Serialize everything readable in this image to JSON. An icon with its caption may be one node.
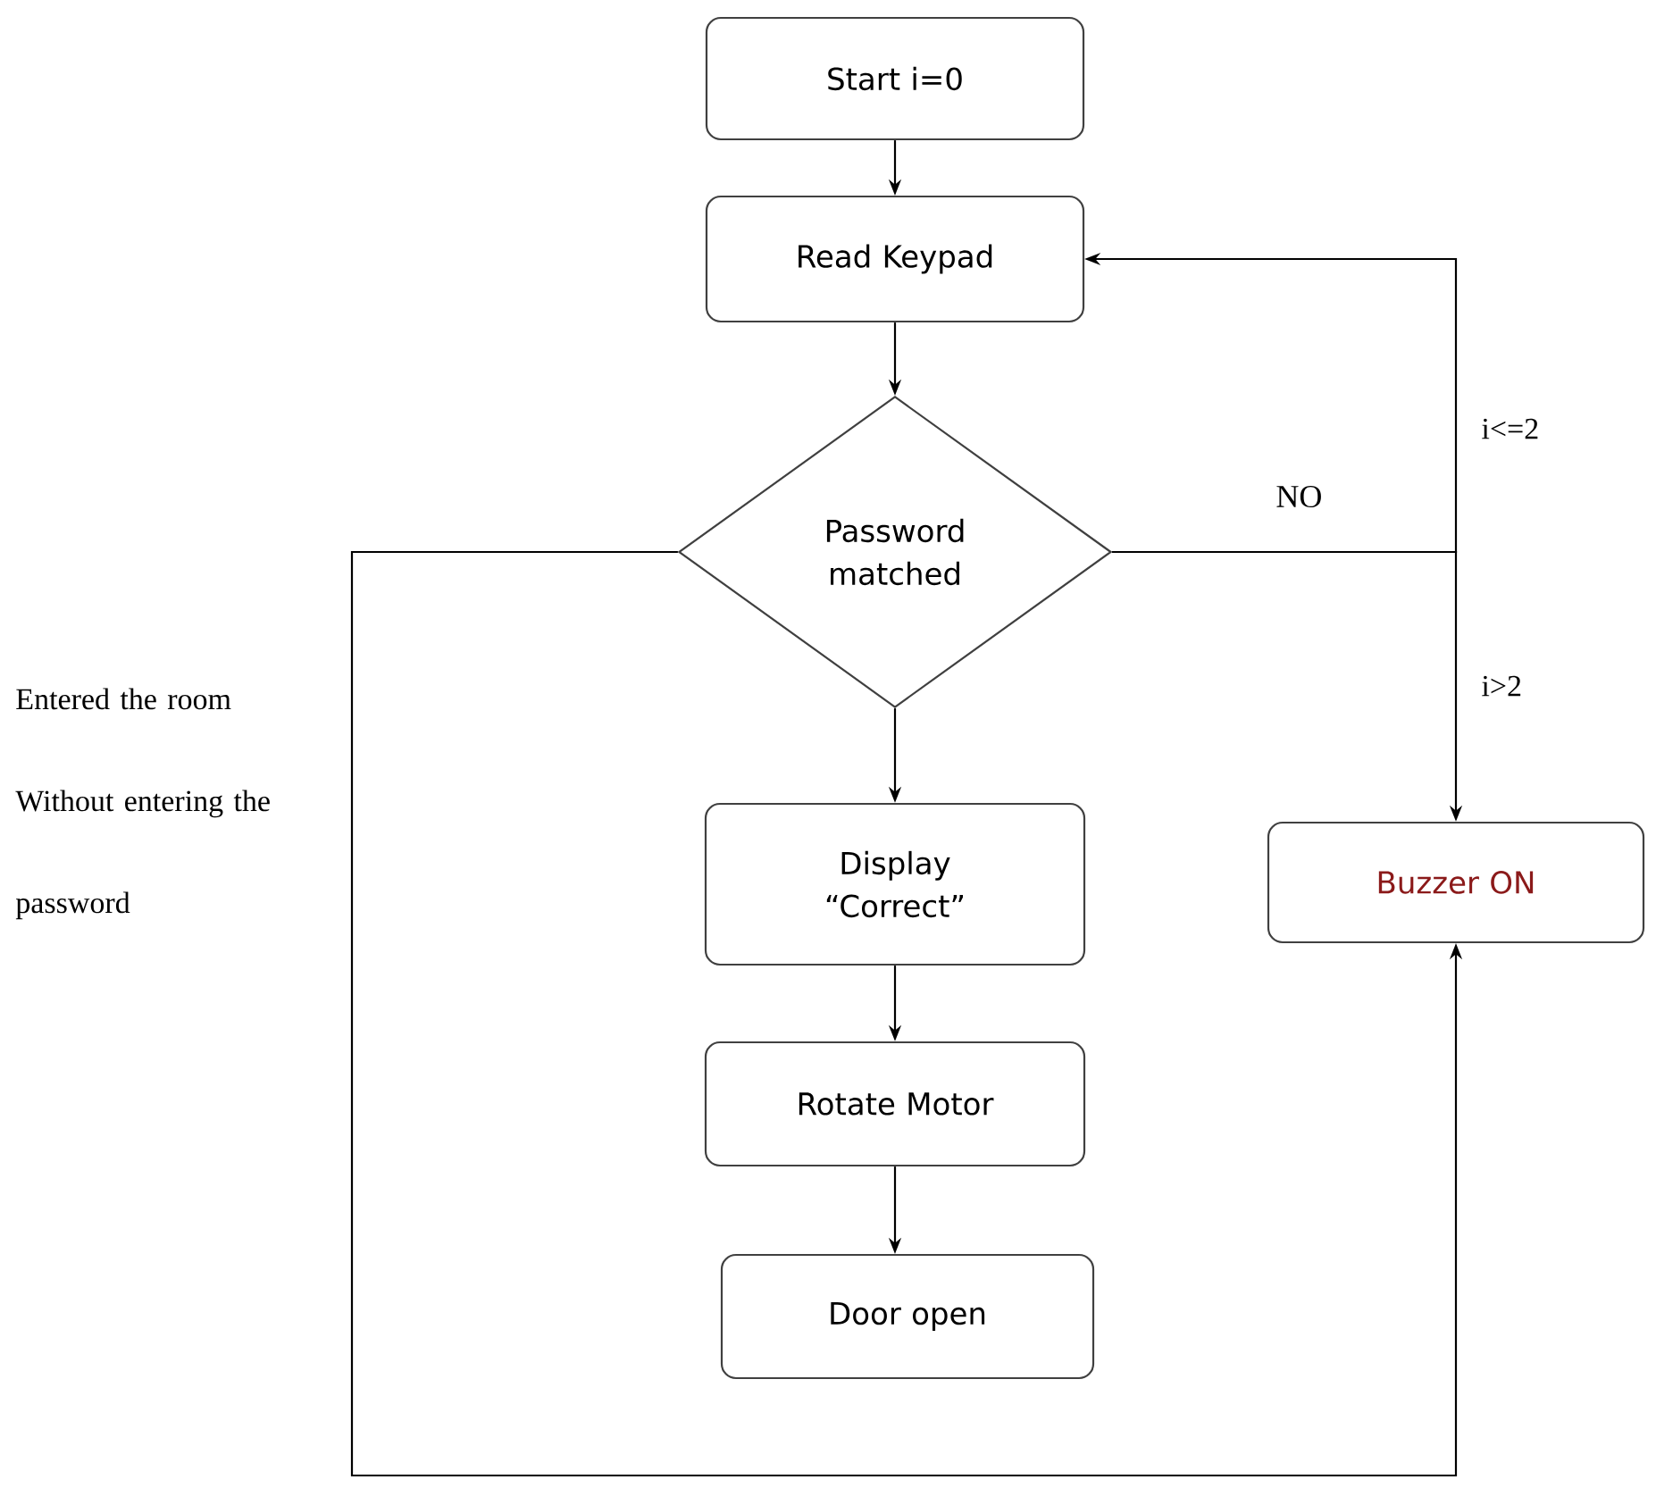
{
  "diagram": {
    "nodes": [
      {
        "text": [
          "Start i=0"
        ]
      },
      {
        "text": [
          "Read Keypad"
        ]
      },
      {
        "text": [
          "Password matched"
        ]
      },
      {
        "text": [
          "Display “Correct”"
        ]
      },
      {
        "text": [
          "Rotate Motor"
        ]
      },
      {
        "text": [
          "Door open"
        ]
      },
      {
        "text": [
          "Buzzer ON"
        ]
      }
    ],
    "edges": [
      {
        "from": 0,
        "to": 1,
        "arrow": "to"
      },
      {
        "from": 1,
        "to": 2,
        "arrow": "to"
      },
      {
        "from": 2,
        "to": 3,
        "arrow": "to"
      },
      {
        "from": 3,
        "to": 4,
        "arrow": "to"
      },
      {
        "from": 4,
        "to": 5,
        "arrow": "to"
      },
      {
        "from": 2,
        "to": 1,
        "arrow": "to",
        "label": "i<=2"
      },
      {
        "from": 2,
        "to": 6,
        "arrow": "to",
        "label": "i>2"
      },
      {
        "from": 2,
        "to": 6,
        "arrow": "to",
        "label": "Entered the room Without entering the password"
      }
    ],
    "labels": [
      "NO"
    ]
  }
}
